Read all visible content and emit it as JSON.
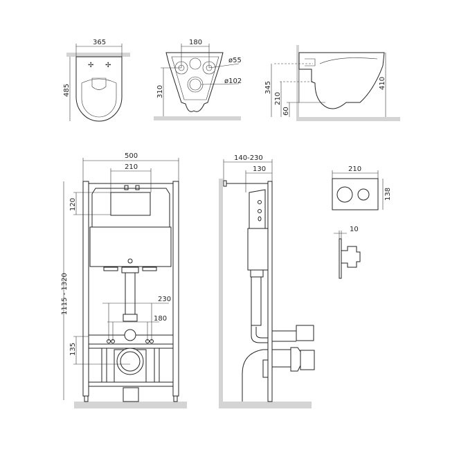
{
  "toilet_top_view": {
    "width": "365",
    "length": "485"
  },
  "toilet_back_view": {
    "hole_spacing": "180",
    "bolt_diameter": "ø55",
    "outlet_diameter": "ø102",
    "outlet_height": "310"
  },
  "toilet_side_view": {
    "inlet_height": "345",
    "outlet_height": "210",
    "bottom_height": "60",
    "total_height": "410"
  },
  "frame_front_view": {
    "frame_width": "500",
    "plate_opening_width": "210",
    "height_range": "1115 - 1320",
    "plate_opening_height": "120",
    "bolt_spacing_outer": "230",
    "bolt_spacing_inner": "180",
    "outlet_offset": "135"
  },
  "frame_side_view": {
    "depth_range": "140-230",
    "depth": "130"
  },
  "flush_plate": {
    "width": "210",
    "height": "138",
    "thickness": "10"
  }
}
